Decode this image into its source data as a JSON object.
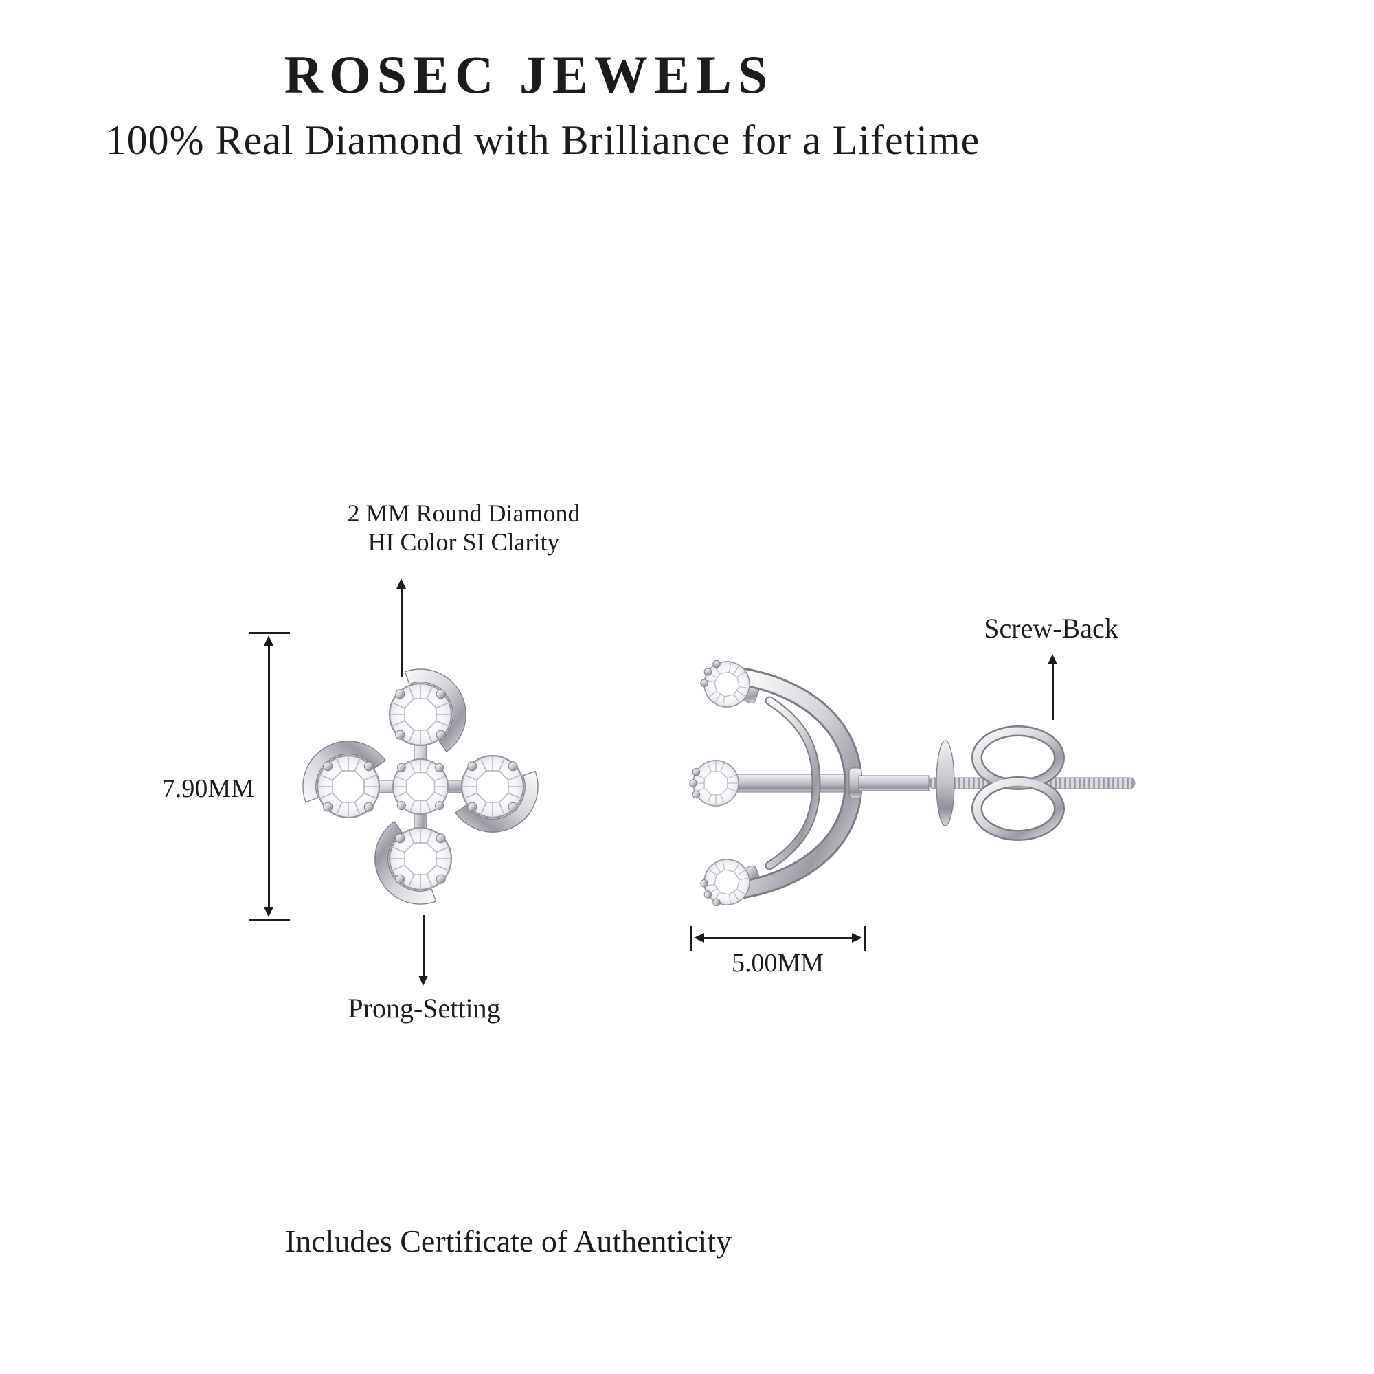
{
  "page": {
    "background_color": "#ffffff",
    "text_color": "#1c1c1c"
  },
  "header": {
    "brand": "ROSEC JEWELS",
    "tagline": "100% Real Diamond with Brilliance for a Lifetime"
  },
  "front_view": {
    "stone_callout_line1": "2 MM Round Diamond",
    "stone_callout_line2": "HI Color SI Clarity",
    "setting_callout": "Prong-Setting",
    "height_dimension": "7.90MM"
  },
  "side_view": {
    "back_callout": "Screw-Back",
    "width_dimension": "5.00MM"
  },
  "footer": {
    "certificate_note": "Includes Certificate of Authenticity"
  },
  "illustration_colors": {
    "metal_highlight": "#fbfbfc",
    "metal_mid": "#c9c9d0",
    "metal_shadow": "#8f8f98",
    "metal_outline": "#7c7c84",
    "diamond_fill": "#f6f6f9",
    "diamond_facet_line": "#bcbcc4"
  }
}
